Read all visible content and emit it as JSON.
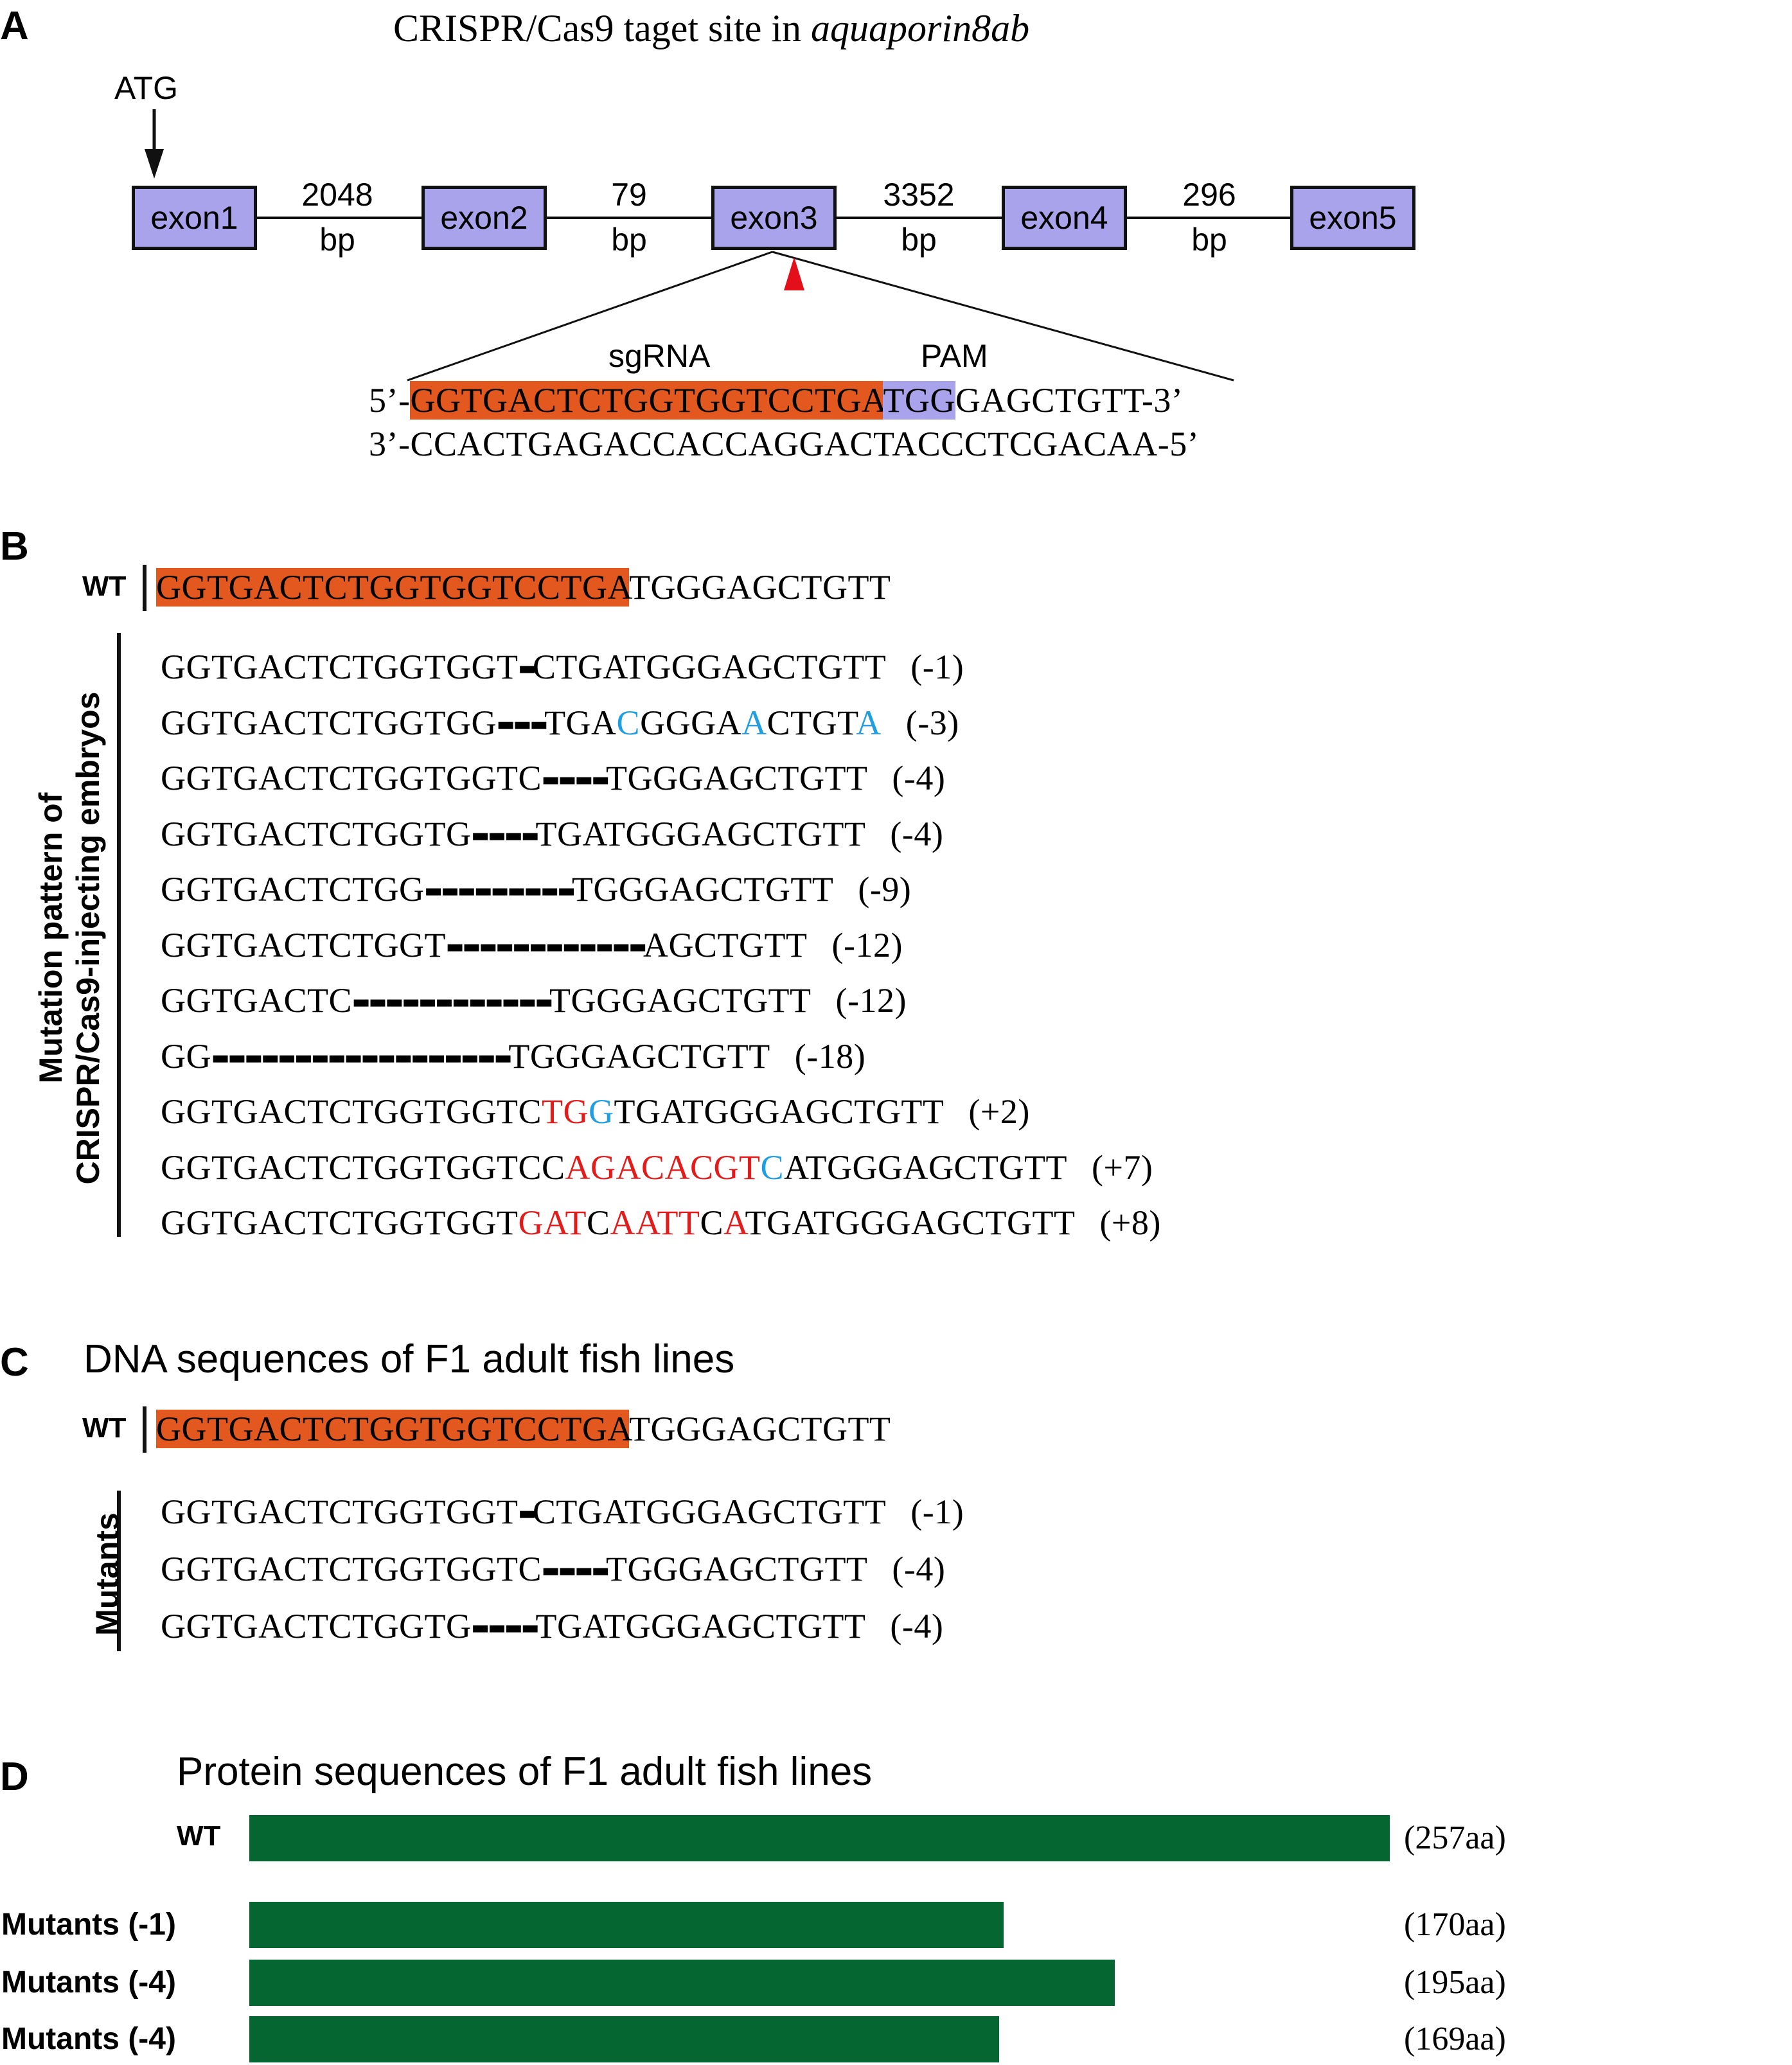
{
  "panelA": {
    "letter": "A",
    "title_prefix": "CRISPR/Cas9 taget site in ",
    "title_gene": "aquaporin8ab",
    "atg": "ATG",
    "exons": [
      "exon1",
      "exon2",
      "exon3",
      "exon4",
      "exon5"
    ],
    "introns": [
      {
        "size": "2048",
        "unit": "bp"
      },
      {
        "size": "79",
        "unit": "bp"
      },
      {
        "size": "3352",
        "unit": "bp"
      },
      {
        "size": "296",
        "unit": "bp"
      }
    ],
    "sgrna_label": "sgRNA",
    "pam_label": "PAM",
    "top_strand": {
      "prefix": "5’-",
      "sgrna": "GGTGACTCTGGTGGTCCTGA",
      "pam": "TGG",
      "rest": "GAGCTGTT-3’"
    },
    "bottom_strand": "3’-CCACTGAGACCACCAGGACTACCCTCGACAA-5’",
    "colors": {
      "exon": "#a9a3ec",
      "sgrna": "#e2581f",
      "pam": "#a9a3ec",
      "cut_arrow": "#e3101b"
    }
  },
  "panelB": {
    "letter": "B",
    "wt_label": "WT",
    "wt_highlight": "GGTGACTCTGGTGGTCCTGA",
    "wt_rest": "TGGGAGCTGTT",
    "side_label_line1": "Mutation pattern of",
    "side_label_line2": "CRISPR/Cas9-injecting embryos",
    "rows": [
      {
        "segs": [
          {
            "t": "GGTGACTCTGGTGGT"
          },
          {
            "t": "▬",
            "dash": true
          },
          {
            "t": "CTGATGGGAGCTGTT"
          }
        ],
        "note": "(-1)"
      },
      {
        "segs": [
          {
            "t": "GGTGACTCTGGTGG"
          },
          {
            "t": "▬ ▬ ▬",
            "dash": true
          },
          {
            "t": "TGA"
          },
          {
            "t": "C",
            "c": "blue"
          },
          {
            "t": "GGGA"
          },
          {
            "t": "A",
            "c": "blue"
          },
          {
            "t": "CTGT"
          },
          {
            "t": "A",
            "c": "blue"
          }
        ],
        "note": "(-3)"
      },
      {
        "segs": [
          {
            "t": "GGTGACTCTGGTGGTC"
          },
          {
            "t": "▬ ▬ ▬ ▬",
            "dash": true
          },
          {
            "t": "TGGGAGCTGTT"
          }
        ],
        "note": "(-4)"
      },
      {
        "segs": [
          {
            "t": "GGTGACTCTGGTG"
          },
          {
            "t": "▬ ▬ ▬ ▬",
            "dash": true
          },
          {
            "t": "TGATGGGAGCTGTT"
          }
        ],
        "note": "(-4)"
      },
      {
        "segs": [
          {
            "t": "GGTGACTCTGG"
          },
          {
            "t": "▬ ▬ ▬ ▬ ▬ ▬ ▬ ▬ ▬",
            "dash": true
          },
          {
            "t": "TGGGAGCTGTT"
          }
        ],
        "note": "(-9)"
      },
      {
        "segs": [
          {
            "t": "GGTGACTCTGGT"
          },
          {
            "t": "▬ ▬ ▬ ▬ ▬ ▬ ▬ ▬ ▬ ▬ ▬ ▬",
            "dash": true
          },
          {
            "t": "AGCTGTT"
          }
        ],
        "note": "(-12)"
      },
      {
        "segs": [
          {
            "t": "GGTGACTC"
          },
          {
            "t": "▬ ▬ ▬ ▬ ▬ ▬ ▬ ▬ ▬ ▬ ▬ ▬",
            "dash": true
          },
          {
            "t": "TGGGAGCTGTT"
          }
        ],
        "note": "(-12)"
      },
      {
        "segs": [
          {
            "t": "GG"
          },
          {
            "t": "▬ ▬ ▬ ▬ ▬ ▬ ▬ ▬ ▬ ▬ ▬ ▬ ▬ ▬ ▬ ▬ ▬ ▬",
            "dash": true
          },
          {
            "t": "TGGGAGCTGTT"
          }
        ],
        "note": "(-18)"
      },
      {
        "segs": [
          {
            "t": "GGTGACTCTGGTGGTC"
          },
          {
            "t": "TG",
            "c": "red"
          },
          {
            "t": "G",
            "c": "blue"
          },
          {
            "t": "TGATGGGAGCTGTT"
          }
        ],
        "note": "(+2)"
      },
      {
        "segs": [
          {
            "t": "GGTGACTCTGGTGGTCC"
          },
          {
            "t": "AGACACGT",
            "c": "red"
          },
          {
            "t": "C",
            "c": "blue"
          },
          {
            "t": "ATGGGAGCTGTT"
          }
        ],
        "note": "(+7)"
      },
      {
        "segs": [
          {
            "t": "GGTGACTCTGGTGGT"
          },
          {
            "t": "GAT",
            "c": "red"
          },
          {
            "t": "C"
          },
          {
            "t": "AATT",
            "c": "red"
          },
          {
            "t": "C"
          },
          {
            "t": "A",
            "c": "red"
          },
          {
            "t": "TGATGGGAGCTGTT"
          }
        ],
        "note": "(+8)"
      }
    ]
  },
  "panelC": {
    "letter": "C",
    "title": "DNA sequences of F1 adult fish lines",
    "wt_label": "WT",
    "wt_highlight": "GGTGACTCTGGTGGTCCTGA",
    "wt_rest": "TGGGAGCTGTT",
    "side_label": "Mutants",
    "rows": [
      {
        "segs": [
          {
            "t": "GGTGACTCTGGTGGT"
          },
          {
            "t": "▬",
            "dash": true
          },
          {
            "t": "CTGATGGGAGCTGTT"
          }
        ],
        "note": "(-1)"
      },
      {
        "segs": [
          {
            "t": "GGTGACTCTGGTGGTC"
          },
          {
            "t": "▬ ▬ ▬ ▬",
            "dash": true
          },
          {
            "t": "TGGGAGCTGTT"
          }
        ],
        "note": "(-4)"
      },
      {
        "segs": [
          {
            "t": "GGTGACTCTGGTG"
          },
          {
            "t": "▬ ▬ ▬ ▬",
            "dash": true
          },
          {
            "t": "TGATGGGAGCTGTT"
          }
        ],
        "note": "(-4)"
      }
    ]
  },
  "panelD": {
    "letter": "D",
    "title": "Protein sequences of F1 adult fish lines",
    "bar_color": "#056632",
    "bars": [
      {
        "label": "WT",
        "length": 257,
        "note": "(257aa)"
      },
      {
        "label": "Mutants (-1)",
        "length": 170,
        "note": "(170aa)"
      },
      {
        "label": "Mutants (-4)",
        "length": 195,
        "note": "(195aa)"
      },
      {
        "label": "Mutants (-4)",
        "length": 169,
        "note": "(169aa)"
      }
    ]
  }
}
